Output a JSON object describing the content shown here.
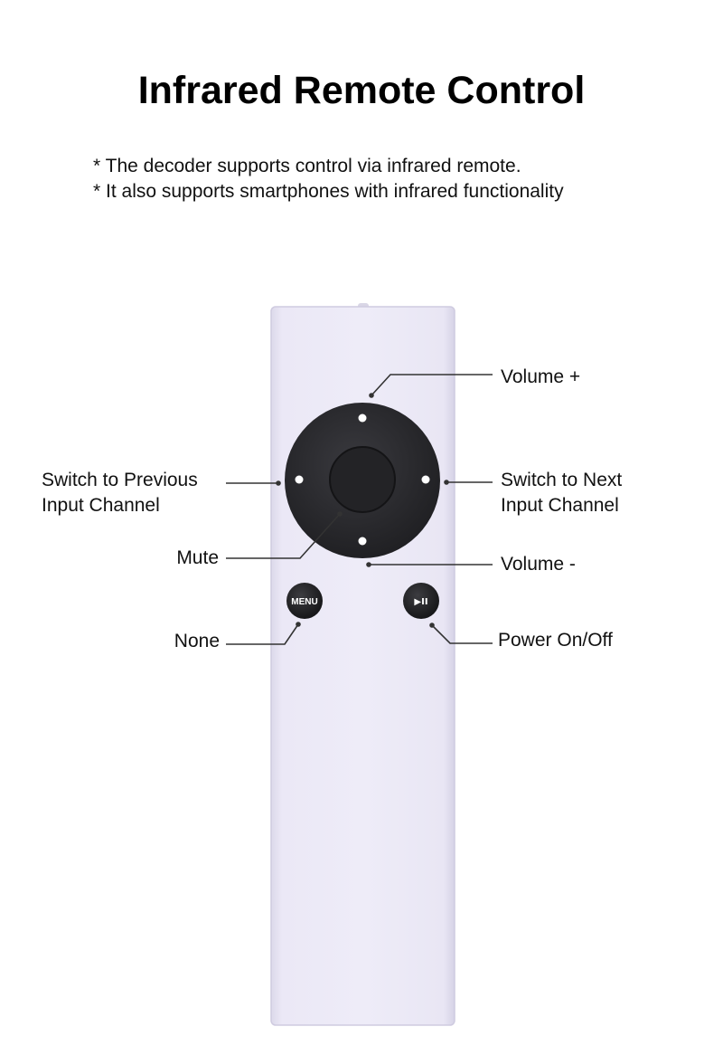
{
  "title": "Infrared Remote Control",
  "notes": [
    "* The decoder supports control via infrared remote.",
    "* It also supports smartphones with infrared functionality"
  ],
  "remote": {
    "buttons": {
      "menu_label": "MENU",
      "play_pause_symbol": "▶II"
    },
    "colors": {
      "body": "#e9e6f4",
      "body_edge": "#cfcbe0",
      "wheel": "#2b2b2f",
      "center_button": "#262629",
      "button_dot": "#ffffff",
      "callout_line": "#333333"
    }
  },
  "callouts": {
    "volume_up": "Volume +",
    "volume_down": "Volume -",
    "next_channel": [
      "Switch to Next",
      "Input Channel"
    ],
    "previous_channel": [
      "Switch to Previous",
      "Input Channel"
    ],
    "mute": "Mute",
    "menu": "None",
    "play_pause": "Power On/Off"
  }
}
